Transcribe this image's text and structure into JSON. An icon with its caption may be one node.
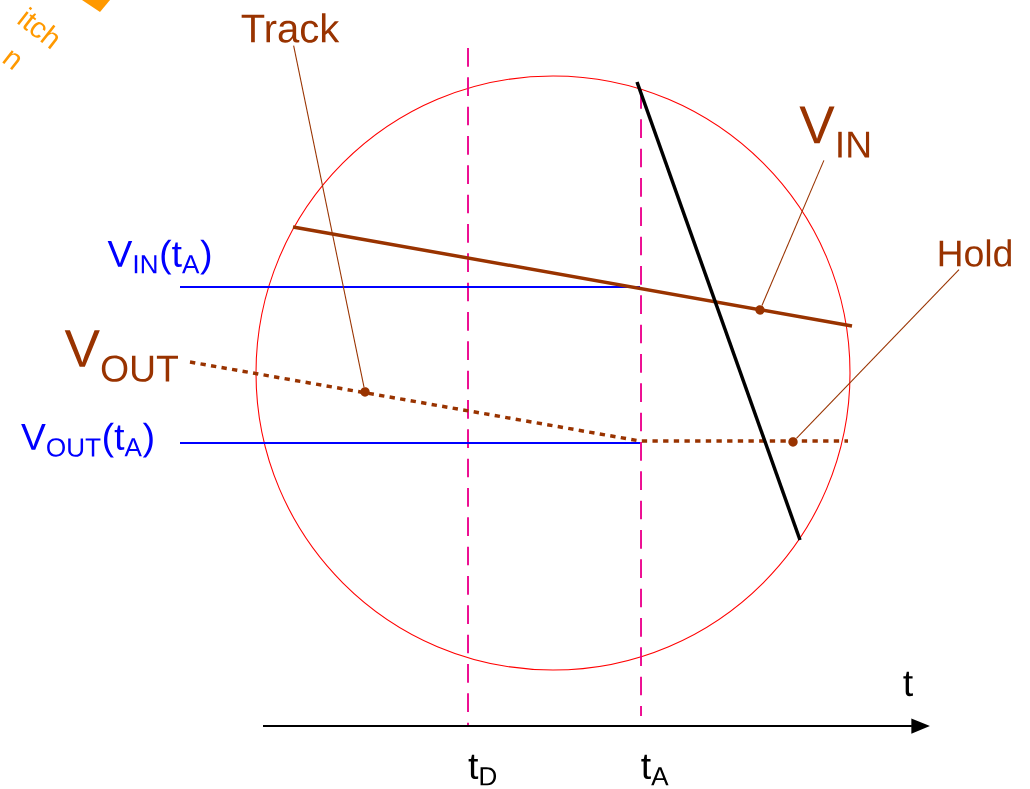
{
  "diagram": {
    "nodes": [
      {
        "text": [
          "Track"
        ]
      },
      {
        "text": [
          "V$_{IN}$"
        ]
      },
      {
        "text": [
          "Hold"
        ]
      },
      {
        "text": [],
        "shape": "circle"
      },
      {
        "text": [],
        "shape": "circle"
      },
      {
        "text": [],
        "shape": "circle"
      }
    ],
    "edges": [
      {
        "from": 0,
        "to": 3,
        "arrow": "none"
      },
      {
        "from": 1,
        "to": 4,
        "arrow": "none"
      },
      {
        "from": 2,
        "to": 5,
        "arrow": "none"
      }
    ],
    "labels": [
      "itch",
      "n",
      "V$_{IN}$(t$_{A}$)",
      "V$_{OUT}$",
      "V$_{OUT}$(t$_{A}$)",
      "t",
      "t$_{D}$",
      "t$_{A}$"
    ]
  }
}
